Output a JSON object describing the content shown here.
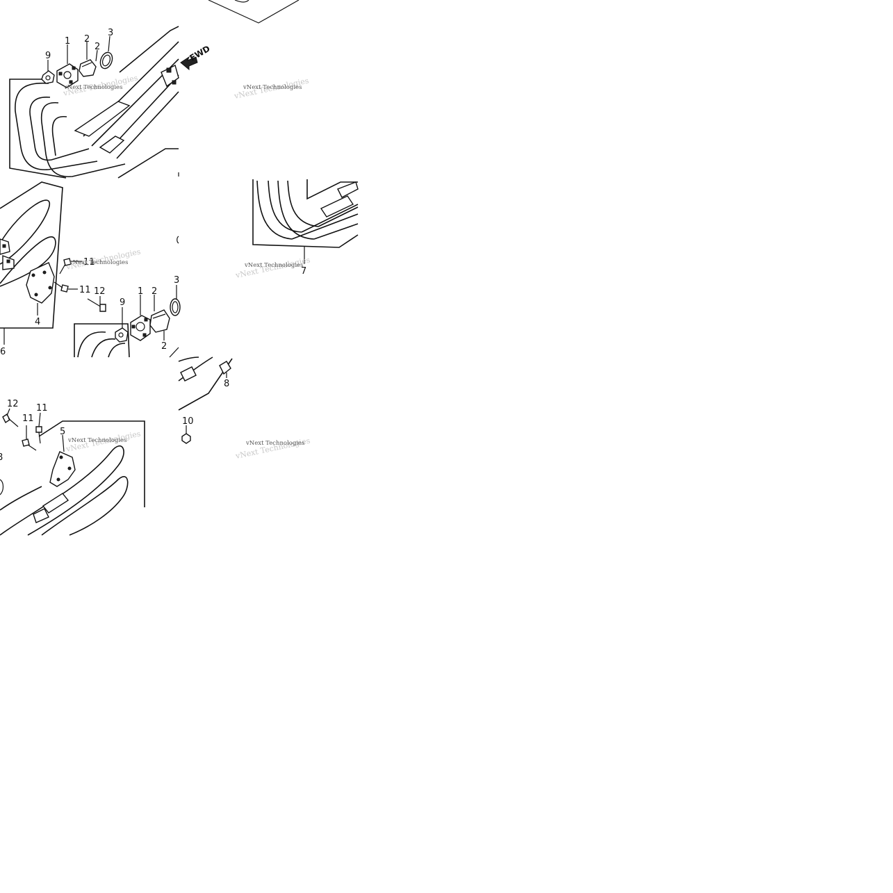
{
  "diagram": {
    "fwd_label": "FWD",
    "watermark": "vNext Technologies",
    "callouts": {
      "p1": {
        "n1": "1",
        "n2a": "2",
        "n2b": "2",
        "n3": "3",
        "n9": "9"
      },
      "p2": {
        "n7": "7"
      },
      "p3": {
        "n11a": "11",
        "n11b": "11",
        "n12": "12",
        "n4": "4",
        "n6": "6",
        "n9": "9",
        "n1": "1",
        "n2a": "2",
        "n3": "3",
        "n2b": "2"
      },
      "p4": {
        "n8": "8",
        "n10": "10"
      },
      "p5": {
        "n12": "12",
        "n11a": "11",
        "n11b": "11",
        "n5": "5"
      }
    }
  }
}
